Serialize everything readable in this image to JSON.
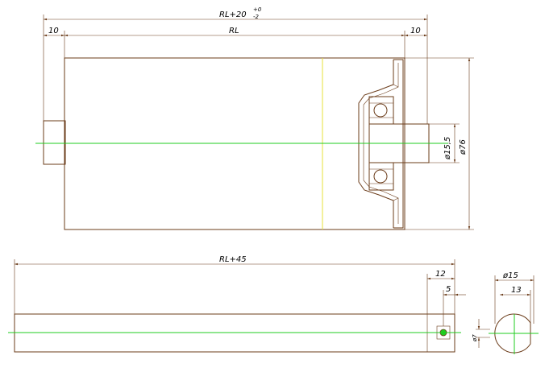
{
  "dimensions": {
    "top_overall": "RL+20",
    "top_tol_upper": "+0",
    "top_tol_lower": "-2",
    "left_ext": "10",
    "roller_length": "RL",
    "right_ext": "10",
    "shaft_dia": "ø15,5",
    "roller_dia": "ø76",
    "shaft_length": "RL+45",
    "end_flat": "12",
    "hole_pos": "5",
    "hole_dia": "ø7",
    "section_dia": "ø15",
    "section_flat": "13"
  },
  "colors": {
    "outline": "#6b3c1a",
    "centerline": "#1fcc1f",
    "seam": "#e7e23a"
  }
}
